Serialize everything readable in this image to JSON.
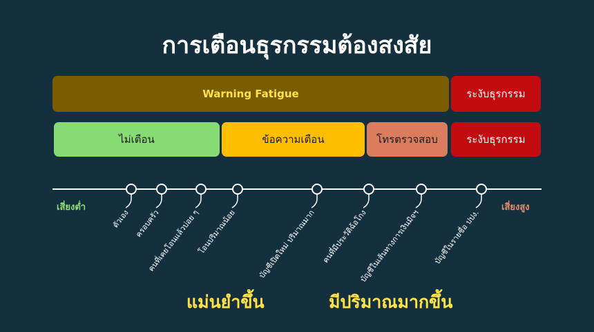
{
  "title": "การเตือนธุรกรรมต้องสงสัย",
  "row1": {
    "fatigue": "Warning Fatigue",
    "suspend": "ระงับธุรกรรม"
  },
  "row2": {
    "no_warning": "ไม่เตือน",
    "warning_message": "ข้อความเตือน",
    "phone_check": "โทรตรวจสอบ",
    "suspend": "ระงับธุรกรรม"
  },
  "timeline": {
    "low_label": "เสี่ยงต่ำ",
    "high_label": "เสี่ยงสูง",
    "points": [
      "ตัวเอง",
      "ครอบครัว",
      "คนที่เคยโอนแล้วบ่อย ๆ",
      "โอนปริมาณน้อย",
      "บัญชีเปิดใหม่ ปริมาณมาก",
      "คนที่มีประวัติฉ้อโกง",
      "บัญชีในเส้นทางการเงินมิจฯ",
      "บัญชีในรายชื่อ ปปง."
    ]
  },
  "bottom": {
    "left": "แม่นยำขึ้น",
    "right": "มีปริมาณมากขึ้น"
  },
  "colors": {
    "background": "#14303f",
    "fatigue": "#7a5d00",
    "suspend": "#c20c10",
    "no_warning": "#86db72",
    "warning_message": "#ffbf00",
    "phone_check": "#da7d5f",
    "highlight_text": "#ffe24a"
  }
}
